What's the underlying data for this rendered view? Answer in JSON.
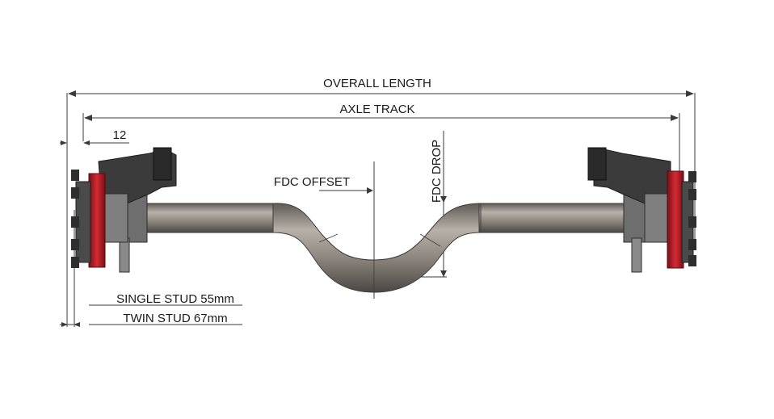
{
  "labels": {
    "overall_length": "OVERALL LENGTH",
    "axle_track": "AXLE TRACK",
    "stud_offset": "12",
    "fdc_offset": "FDC OFFSET",
    "fdc_drop": "FDC DROP",
    "single_stud": "SINGLE STUD 55mm",
    "twin_stud": "TWIN STUD 67mm"
  },
  "colors": {
    "beam": "#9a938c",
    "beam_light": "#c2bcb5",
    "hub_red": "#c4202b",
    "metal_dark": "#3b3b3b",
    "metal_mid": "#6e6e6e"
  }
}
